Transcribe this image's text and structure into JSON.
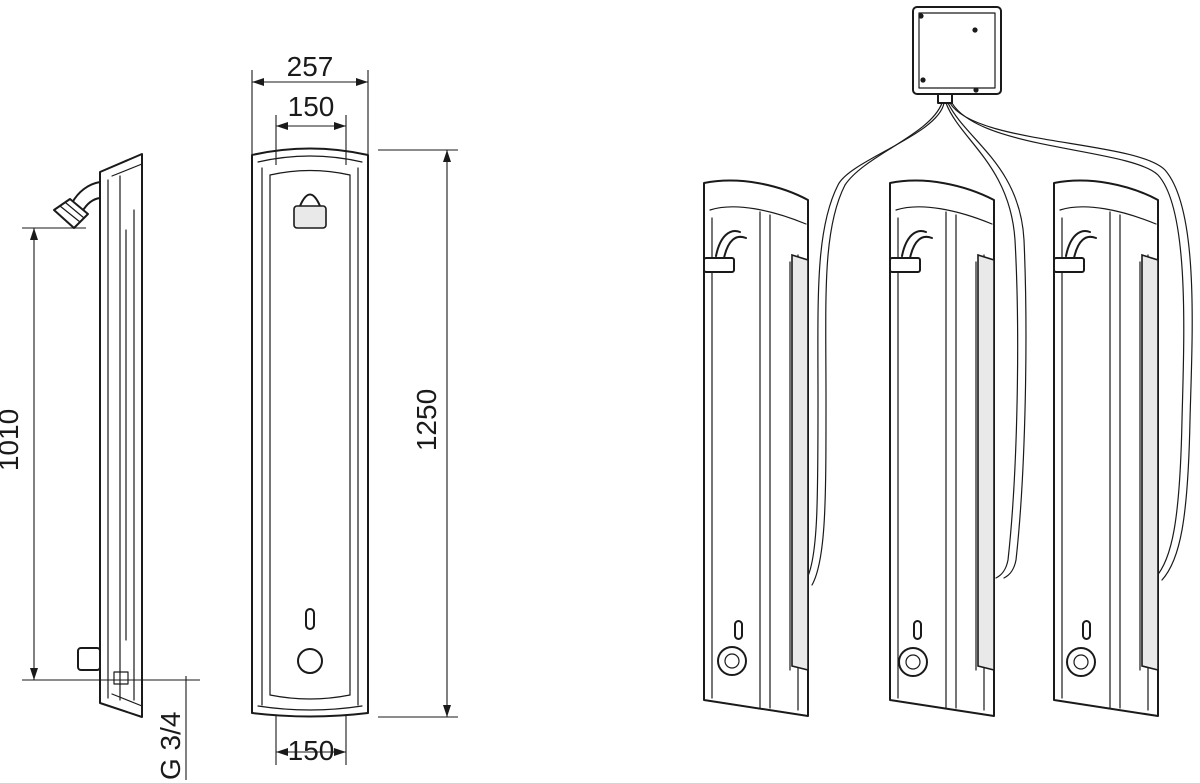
{
  "dimensions": {
    "side_height": "1010",
    "connection": "G 3/4",
    "front_width_top": "257",
    "front_width_inner_top": "150",
    "front_height": "1250",
    "front_width_bottom": "150"
  },
  "icons": [
    "shower-head-icon",
    "push-button-icon",
    "led-indicator-icon",
    "control-box-icon"
  ],
  "colors": {
    "line": "#1a1a1a",
    "background": "#ffffff",
    "shading": "#e9e9e9"
  }
}
